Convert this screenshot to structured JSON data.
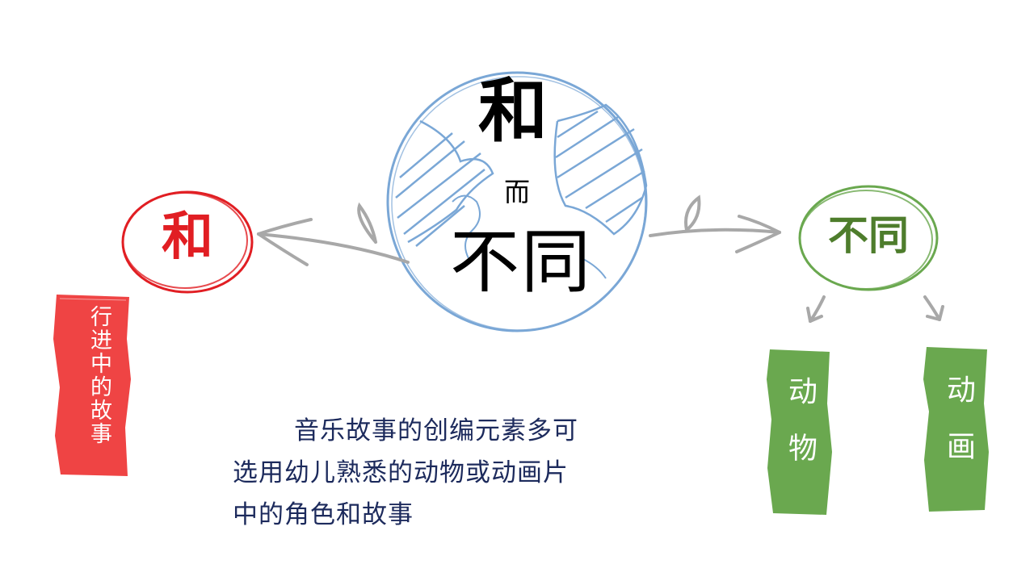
{
  "center": {
    "top_char": "和",
    "mid_char": "而",
    "bottom_chars": "不同",
    "circle_color": "#7aa7d6"
  },
  "left_node": {
    "label": "和",
    "color": "#e11e23",
    "tag": {
      "text": "行进中的故事",
      "color": "#ef4444"
    }
  },
  "right_node": {
    "label": "不同",
    "color": "#4e7d2c",
    "circle_color": "#6aa84f",
    "tags": [
      {
        "text": "动物",
        "color": "#6aa84f"
      },
      {
        "text": "动画",
        "color": "#6aa84f"
      }
    ]
  },
  "arrow_color": "#a8a8a8",
  "body": {
    "text_color": "#1c2a5c",
    "lines": [
      "音乐故事的创编元素多可",
      "选用幼儿熟悉的动物或动画片",
      "中的角色和故事"
    ]
  }
}
